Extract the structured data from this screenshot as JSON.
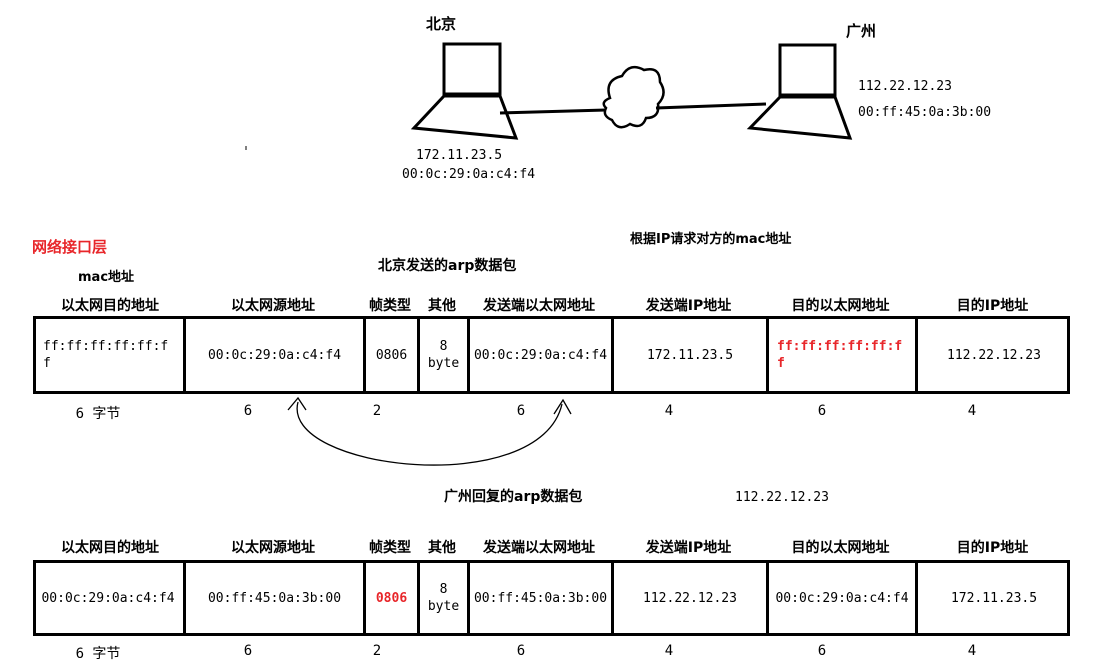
{
  "top": {
    "beijing_label": "北京",
    "guangzhou_label": "广州",
    "beijing_ip": "172.11.23.5",
    "beijing_mac": "00:0c:29:0a:c4:f4",
    "guangzhou_ip": "112.22.12.23",
    "guangzhou_mac": "00:ff:45:0a:3b:00"
  },
  "labels": {
    "layer": "网络接口层",
    "mac_label": "mac地址",
    "request_note": "根据IP请求对方的mac地址",
    "packet1_title": "北京发送的arp数据包",
    "packet2_title": "广州回复的arp数据包",
    "packet2_ip": "112.22.12.23"
  },
  "headers": [
    "以太网目的地址",
    "以太网源地址",
    "帧类型",
    "其他",
    "发送端以太网地址",
    "发送端IP地址",
    "目的以太网地址",
    "目的IP地址"
  ],
  "sizes": [
    "6 字节",
    "6",
    "2",
    "6",
    "4",
    "6",
    "4"
  ],
  "packet1": [
    "ff:ff:ff:ff:ff:ff",
    "00:0c:29:0a:c4:f4",
    "0806",
    "8 byte",
    "00:0c:29:0a:c4:f4",
    "172.11.23.5",
    "ff:ff:ff:ff:ff:ff",
    "112.22.12.23"
  ],
  "packet2": [
    "00:0c:29:0a:c4:f4",
    "00:ff:45:0a:3b:00",
    "0806",
    "8 byte",
    "00:ff:45:0a:3b:00",
    "112.22.12.23",
    "00:0c:29:0a:c4:f4",
    "172.11.23.5"
  ],
  "colors": {
    "highlight": "#e8262a",
    "ink": "#000000"
  }
}
